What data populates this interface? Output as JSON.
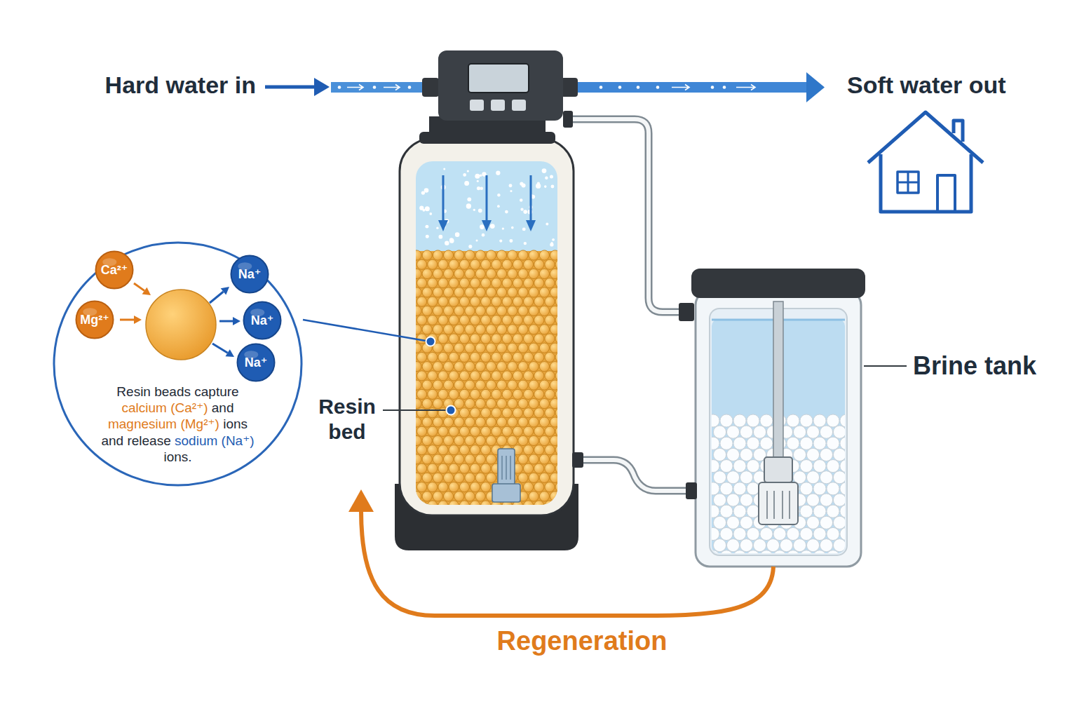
{
  "diagram": {
    "nodes": [
      {
        "text": [
          "Resin beads capture calcium (Ca²⁺) and magnesium (Mg²⁺) ions and release sodium (Na⁺) ions."
        ]
      },
      {
        "text": [
          "Ca²⁺"
        ],
        "in": 0
      },
      {
        "text": [
          "Mg²⁺"
        ],
        "in": 0
      },
      {
        "text": [
          "Na⁺"
        ],
        "in": 0
      },
      {
        "text": [
          "Na⁺"
        ],
        "in": 0
      },
      {
        "text": [
          "Na⁺"
        ],
        "in": 0
      }
    ],
    "labels": [
      "Hard water in",
      "Soft water out",
      "Resin bed",
      "Brine tank",
      "Regeneration"
    ]
  }
}
